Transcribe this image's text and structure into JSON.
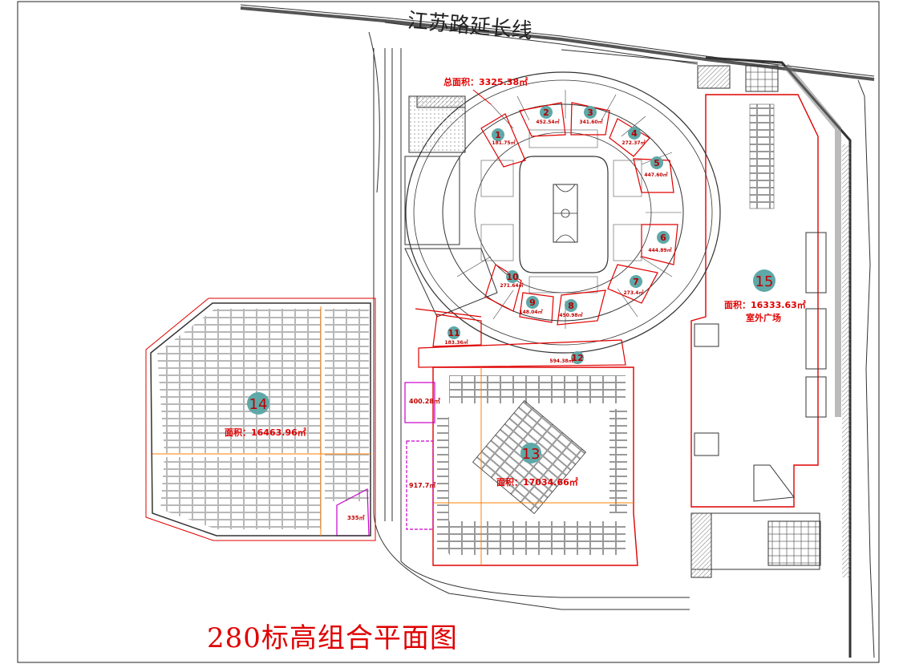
{
  "road_name": "江苏路延长线",
  "drawing_title": "280标高组合平面图",
  "arena_total_area": "总面积：3325.38㎡",
  "units": [
    {
      "id": "1",
      "area": "181.75㎡"
    },
    {
      "id": "2",
      "area": "452.54㎡"
    },
    {
      "id": "3",
      "area": "341.60㎡"
    },
    {
      "id": "4",
      "area": "272.37㎡"
    },
    {
      "id": "5",
      "area": "447.60㎡"
    },
    {
      "id": "6",
      "area": "444.89㎡"
    },
    {
      "id": "7",
      "area": "273.4㎡"
    },
    {
      "id": "8",
      "area": "450.98㎡"
    },
    {
      "id": "9",
      "area": "148.04㎡"
    },
    {
      "id": "10",
      "area": "271.64㎡"
    },
    {
      "id": "11",
      "area": "183.36㎡"
    },
    {
      "id": "12",
      "area": "594.38㎡"
    }
  ],
  "zones": [
    {
      "id": "13",
      "area": "面积：17034.66㎡"
    },
    {
      "id": "14",
      "area": "面积：16463.96㎡"
    },
    {
      "id": "15",
      "area": "面积：16333.63㎡",
      "note": "室外广场"
    }
  ],
  "small_areas": {
    "a400": "400.28㎡",
    "a917": "917.7㎡",
    "a335": "335㎡"
  },
  "colors": {
    "red": "#e00000",
    "magenta": "#cc00cc",
    "orange": "#ff8000",
    "teal": "#5fa8a8",
    "line": "#333333",
    "hatch": "#9a9a9a"
  }
}
